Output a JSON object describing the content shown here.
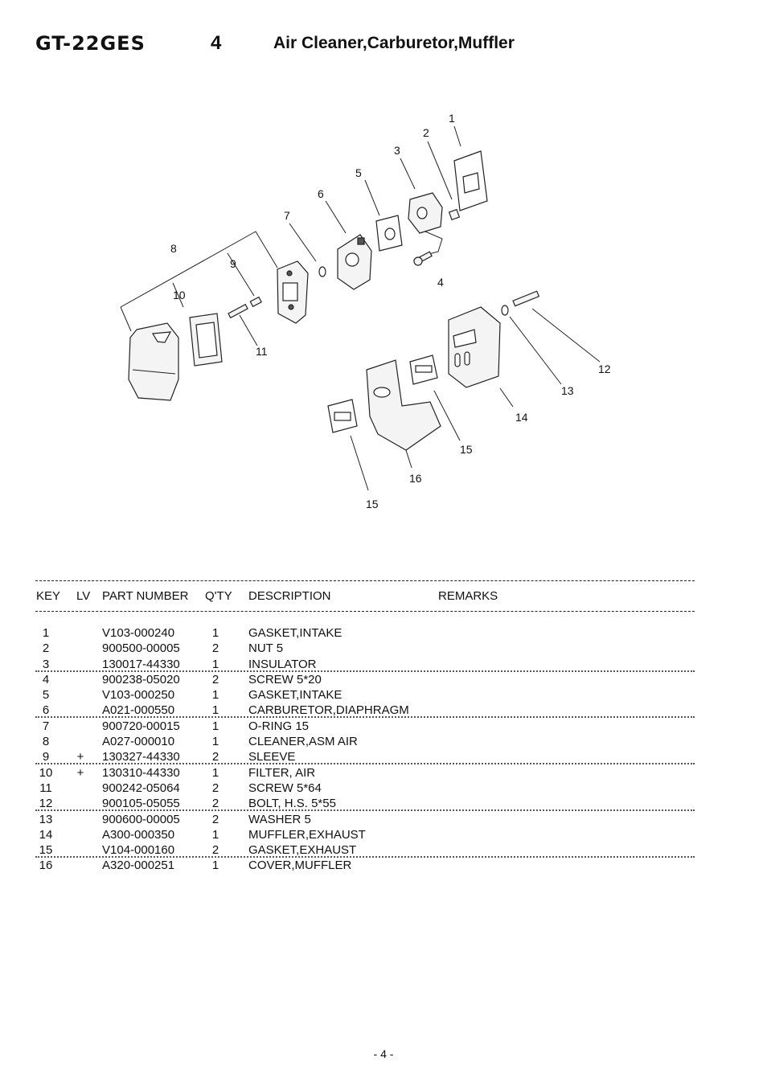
{
  "header": {
    "model": "GT-22GES",
    "section_number": "4",
    "section_title": "Air Cleaner,Carburetor,Muffler"
  },
  "diagram": {
    "callouts": [
      "1",
      "2",
      "3",
      "4",
      "5",
      "6",
      "7",
      "8",
      "9",
      "10",
      "11",
      "12",
      "13",
      "14",
      "15",
      "16",
      "15"
    ]
  },
  "table": {
    "columns": {
      "key": "KEY",
      "lv": "LV",
      "part_number": "PART NUMBER",
      "qty": "Q'TY",
      "description": "DESCRIPTION",
      "remarks": "REMARKS"
    },
    "rows": [
      {
        "key": "1",
        "lv": "",
        "part_number": "V103-000240",
        "qty": "1",
        "description": "GASKET,INTAKE",
        "remarks": ""
      },
      {
        "key": "2",
        "lv": "",
        "part_number": "900500-00005",
        "qty": "2",
        "description": "NUT  5",
        "remarks": ""
      },
      {
        "key": "3",
        "lv": "",
        "part_number": "130017-44330",
        "qty": "1",
        "description": "INSULATOR",
        "remarks": ""
      },
      {
        "key": "4",
        "lv": "",
        "part_number": "900238-05020",
        "qty": "2",
        "description": "SCREW 5*20",
        "remarks": ""
      },
      {
        "key": "5",
        "lv": "",
        "part_number": "V103-000250",
        "qty": "1",
        "description": "GASKET,INTAKE",
        "remarks": ""
      },
      {
        "key": "6",
        "lv": "",
        "part_number": "A021-000550",
        "qty": "1",
        "description": "CARBURETOR,DIAPHRAGM",
        "remarks": ""
      },
      {
        "key": "7",
        "lv": "",
        "part_number": "900720-00015",
        "qty": "1",
        "description": "O-RING  15",
        "remarks": ""
      },
      {
        "key": "8",
        "lv": "",
        "part_number": "A027-000010",
        "qty": "1",
        "description": "CLEANER,ASM AIR",
        "remarks": ""
      },
      {
        "key": "9",
        "lv": "+",
        "part_number": "130327-44330",
        "qty": "2",
        "description": "SLEEVE",
        "remarks": ""
      },
      {
        "key": "10",
        "lv": "+",
        "part_number": "130310-44330",
        "qty": "1",
        "description": "FILTER, AIR",
        "remarks": ""
      },
      {
        "key": "11",
        "lv": "",
        "part_number": "900242-05064",
        "qty": "2",
        "description": "SCREW 5*64",
        "remarks": ""
      },
      {
        "key": "12",
        "lv": "",
        "part_number": "900105-05055",
        "qty": "2",
        "description": "BOLT, H.S.  5*55",
        "remarks": ""
      },
      {
        "key": "13",
        "lv": "",
        "part_number": "900600-00005",
        "qty": "2",
        "description": "WASHER  5",
        "remarks": ""
      },
      {
        "key": "14",
        "lv": "",
        "part_number": "A300-000350",
        "qty": "1",
        "description": "MUFFLER,EXHAUST",
        "remarks": ""
      },
      {
        "key": "15",
        "lv": "",
        "part_number": "V104-000160",
        "qty": "2",
        "description": "GASKET,EXHAUST",
        "remarks": ""
      },
      {
        "key": "16",
        "lv": "",
        "part_number": "A320-000251",
        "qty": "1",
        "description": "COVER,MUFFLER",
        "remarks": ""
      }
    ]
  },
  "footer": {
    "page_label": "- 4 -"
  }
}
